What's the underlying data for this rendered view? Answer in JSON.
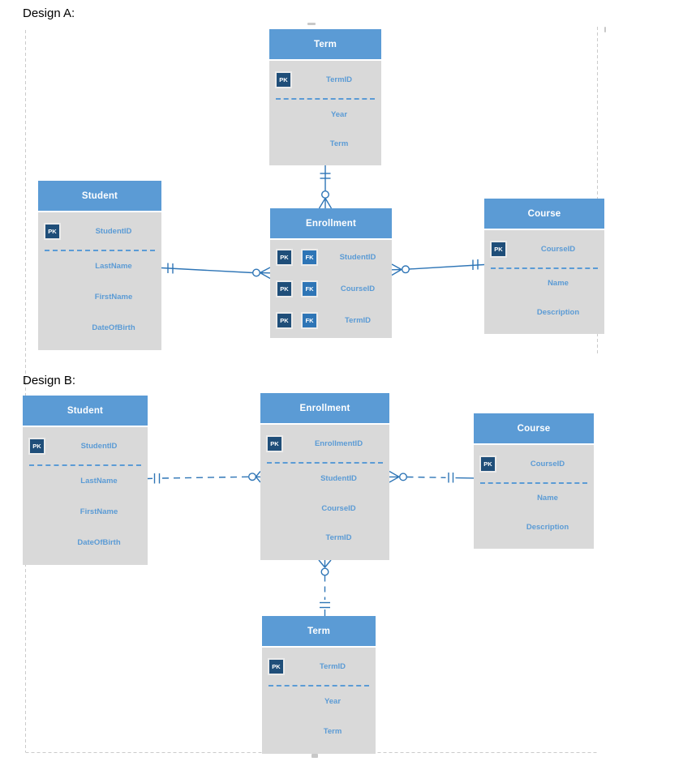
{
  "designA": {
    "label": "Design A:",
    "tables": [
      {
        "title": "Term",
        "rows": [
          {
            "badges": [
              "PK"
            ],
            "label": "TermID"
          },
          {
            "label": "Year"
          },
          {
            "label": "Term"
          }
        ]
      },
      {
        "title": "Student",
        "rows": [
          {
            "badges": [
              "PK"
            ],
            "label": "StudentID"
          },
          {
            "label": "LastName"
          },
          {
            "label": "FirstName"
          },
          {
            "label": "DateOfBirth"
          }
        ]
      },
      {
        "title": "Enrollment",
        "rows": [
          {
            "badges": [
              "PK",
              "FK"
            ],
            "label": "StudentID"
          },
          {
            "badges": [
              "PK",
              "FK"
            ],
            "label": "CourseID"
          },
          {
            "badges": [
              "PK",
              "FK"
            ],
            "label": "TermID"
          }
        ]
      },
      {
        "title": "Course",
        "rows": [
          {
            "badges": [
              "PK"
            ],
            "label": "CourseID"
          },
          {
            "label": "Name"
          },
          {
            "label": "Description"
          }
        ]
      }
    ],
    "relationships": [
      {
        "from": "Term",
        "to": "Enrollment",
        "from_cardinality": "one-and-only-one",
        "to_cardinality": "zero-or-many",
        "line": "solid"
      },
      {
        "from": "Student",
        "to": "Enrollment",
        "from_cardinality": "one-and-only-one",
        "to_cardinality": "zero-or-many",
        "line": "solid"
      },
      {
        "from": "Course",
        "to": "Enrollment",
        "from_cardinality": "one-and-only-one",
        "to_cardinality": "zero-or-many",
        "line": "solid"
      }
    ]
  },
  "designB": {
    "label": "Design B:",
    "tables": [
      {
        "title": "Student",
        "rows": [
          {
            "badges": [
              "PK"
            ],
            "label": "StudentID"
          },
          {
            "label": "LastName"
          },
          {
            "label": "FirstName"
          },
          {
            "label": "DateOfBirth"
          }
        ]
      },
      {
        "title": "Enrollment",
        "rows": [
          {
            "badges": [
              "PK"
            ],
            "label": "EnrollmentID"
          },
          {
            "label": "StudentID"
          },
          {
            "label": "CourseID"
          },
          {
            "label": "TermID"
          }
        ]
      },
      {
        "title": "Course",
        "rows": [
          {
            "badges": [
              "PK"
            ],
            "label": "CourseID"
          },
          {
            "label": "Name"
          },
          {
            "label": "Description"
          }
        ]
      },
      {
        "title": "Term",
        "rows": [
          {
            "badges": [
              "PK"
            ],
            "label": "TermID"
          },
          {
            "label": "Year"
          },
          {
            "label": "Term"
          }
        ]
      }
    ],
    "relationships": [
      {
        "from": "Student",
        "to": "Enrollment",
        "from_cardinality": "one-and-only-one",
        "to_cardinality": "zero-or-many",
        "line": "dashed"
      },
      {
        "from": "Course",
        "to": "Enrollment",
        "from_cardinality": "one-and-only-one",
        "to_cardinality": "zero-or-many",
        "line": "dashed"
      },
      {
        "from": "Term",
        "to": "Enrollment",
        "from_cardinality": "one-and-only-one",
        "to_cardinality": "zero-or-many",
        "line": "dashed"
      }
    ]
  },
  "colors": {
    "table_header": "#5B9BD5",
    "table_body": "#D9D9D9",
    "attribute_text": "#5B9BD5",
    "pk_badge": "#1F4E79",
    "fk_badge": "#2E75B6",
    "relationship_line": "#2E75B6",
    "page_boundary": "#CBCBCB"
  }
}
